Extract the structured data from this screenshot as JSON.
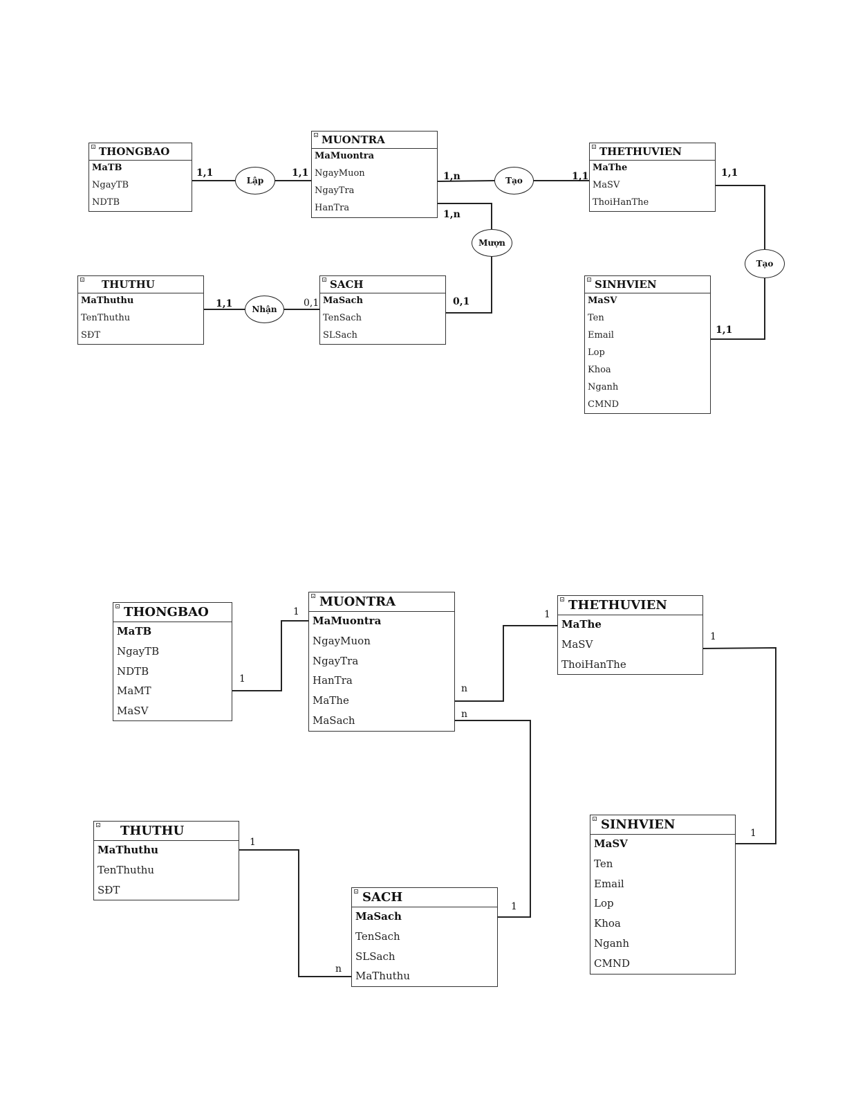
{
  "diagram_top": {
    "entities": {
      "thongbao": {
        "title": "THONGBAO",
        "fields": [
          "MaTB",
          "NgayTB",
          "NDTB"
        ]
      },
      "muontra": {
        "title": "MUONTRA",
        "fields": [
          "MaMuontra",
          "NgayMuon",
          "NgayTra",
          "HanTra"
        ]
      },
      "thethuvien": {
        "title": "THETHUVIEN",
        "fields": [
          "MaThe",
          "MaSV",
          "ThoiHanThe"
        ]
      },
      "thuthu": {
        "title": "THUTHU",
        "fields": [
          "MaThuthu",
          "TenThuthu",
          "SĐT"
        ]
      },
      "sach": {
        "title": "SACH",
        "fields": [
          "MaSach",
          "TenSach",
          "SLSach"
        ]
      },
      "sinhvien": {
        "title": "SINHVIEN",
        "fields": [
          "MaSV",
          "Ten",
          "Email",
          "Lop",
          "Khoa",
          "Nganh",
          "CMND"
        ]
      }
    },
    "relationships": {
      "lap": "Lập",
      "tao1": "Tạo",
      "muon": "Mượn",
      "nhan": "Nhận",
      "tao2": "Tạo"
    },
    "cardinalities": {
      "thongbao_lap": "1,1",
      "muontra_lap": "1,1",
      "muontra_tao": "1,n",
      "thethuvien_tao": "1,1",
      "muontra_muon": "1,n",
      "sach_muon": "0,1",
      "thuthu_nhan": "1,1",
      "sach_nhan": "0,1",
      "thethuvien_tao2": "1,1",
      "sinhvien_tao2": "1,1"
    }
  },
  "diagram_bottom": {
    "entities": {
      "thongbao": {
        "title": "THONGBAO",
        "fields": [
          "MaTB",
          "NgayTB",
          "NDTB",
          "MaMT",
          "MaSV"
        ]
      },
      "muontra": {
        "title": "MUONTRA",
        "fields": [
          "MaMuontra",
          "NgayMuon",
          "NgayTra",
          "HanTra",
          "MaThe",
          "MaSach"
        ]
      },
      "thethuvien": {
        "title": "THETHUVIEN",
        "fields": [
          "MaThe",
          "MaSV",
          "ThoiHanThe"
        ]
      },
      "thuthu": {
        "title": "THUTHU",
        "fields": [
          "MaThuthu",
          "TenThuthu",
          "SĐT"
        ]
      },
      "sach": {
        "title": "SACH",
        "fields": [
          "MaSach",
          "TenSach",
          "SLSach",
          "MaThuthu"
        ]
      },
      "sinhvien": {
        "title": "SINHVIEN",
        "fields": [
          "MaSV",
          "Ten",
          "Email",
          "Lop",
          "Khoa",
          "Nganh",
          "CMND"
        ]
      }
    },
    "cardinalities": {
      "thongbao_side": "1",
      "muontra_side_tb": "1",
      "muontra_side_the": "n",
      "thethuvien_side": "1",
      "muontra_side_sach": "n",
      "sach_side": "1",
      "thethuvien_side_sv": "1",
      "sinhvien_side": "1",
      "thuthu_side": "1",
      "sach_side_tt": "n"
    }
  }
}
